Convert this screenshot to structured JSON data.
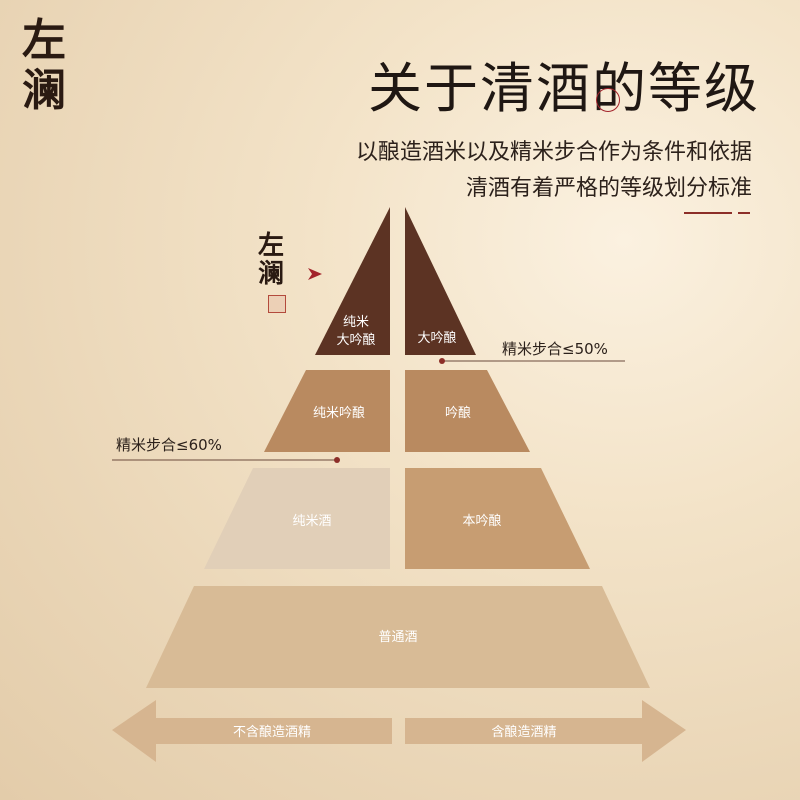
{
  "brand": {
    "logo_text": "左澜"
  },
  "header": {
    "title": "关于清酒的等级",
    "subtitle_line1": "以酿造酒米以及精米步合作为条件和依据",
    "subtitle_line2": "清酒有着严格的等级划分标准"
  },
  "pyramid": {
    "tiers": [
      {
        "left": "纯米\n大吟酿",
        "right": "大吟酿"
      },
      {
        "left": "纯米吟酿",
        "right": "吟酿"
      },
      {
        "left": "纯米酒",
        "right": "本吟酿"
      },
      {
        "center": "普通酒"
      }
    ],
    "threshold_50": "精米步合≤50%",
    "threshold_60": "精米步合≤60%",
    "arrow_left_label": "不含酿造酒精",
    "arrow_right_label": "含酿造酒精"
  },
  "colors": {
    "tier1": "#5c3323",
    "tier2": "#b98a60",
    "tier3_left": "#e1cfb8",
    "tier3_right": "#c79d72",
    "tier4": "#d8bb96",
    "arrow": "#d6b590",
    "accent": "#8c2e28"
  }
}
